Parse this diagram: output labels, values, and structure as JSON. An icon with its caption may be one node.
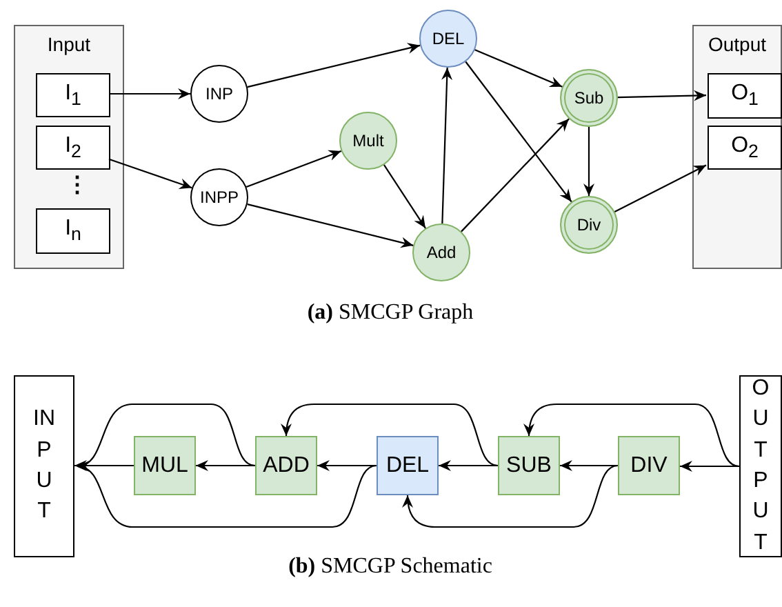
{
  "diagram": {
    "nodes": [
      {
        "text": [
          "Input"
        ]
      },
      {
        "text": [
          "I$_{1}$"
        ],
        "in": 0
      },
      {
        "text": [
          "I$_{2}$"
        ],
        "in": 0
      },
      {
        "text": [
          "I$_{n}$"
        ],
        "in": 0
      },
      {
        "text": [
          "INP"
        ]
      },
      {
        "text": [
          "INPP"
        ]
      },
      {
        "text": [
          "Mult"
        ]
      },
      {
        "text": [
          "DEL"
        ]
      },
      {
        "text": [
          "Add"
        ]
      },
      {
        "text": [
          "Sub"
        ]
      },
      {
        "text": [
          "Div"
        ]
      },
      {
        "text": [
          "Output"
        ]
      },
      {
        "text": [
          "O$_{1}$"
        ],
        "in": 11
      },
      {
        "text": [
          "O$_{2}$"
        ],
        "in": 11
      },
      {
        "text": [
          "INPUT"
        ]
      },
      {
        "text": [
          "MUL"
        ]
      },
      {
        "text": [
          "ADD"
        ]
      },
      {
        "text": [
          "DEL"
        ]
      },
      {
        "text": [
          "SUB"
        ]
      },
      {
        "text": [
          "DIV"
        ]
      },
      {
        "text": [
          "OUTPUT"
        ]
      }
    ],
    "edges": [
      {
        "from": 1,
        "to": 4,
        "arrow": "to"
      },
      {
        "from": 2,
        "to": 5,
        "arrow": "to"
      },
      {
        "from": 4,
        "to": 7,
        "arrow": "to"
      },
      {
        "from": 5,
        "to": 6,
        "arrow": "to"
      },
      {
        "from": 5,
        "to": 8,
        "arrow": "to"
      },
      {
        "from": 6,
        "to": 8,
        "arrow": "to"
      },
      {
        "from": 8,
        "to": 7,
        "arrow": "to"
      },
      {
        "from": 8,
        "to": 9,
        "arrow": "to"
      },
      {
        "from": 7,
        "to": 9,
        "arrow": "to"
      },
      {
        "from": 7,
        "to": 10,
        "arrow": "to"
      },
      {
        "from": 9,
        "to": 10,
        "arrow": "to"
      },
      {
        "from": 9,
        "to": 12,
        "arrow": "to"
      },
      {
        "from": 10,
        "to": 13,
        "arrow": "to"
      },
      {
        "from": 20,
        "to": 19,
        "arrow": "to"
      },
      {
        "from": 19,
        "to": 18,
        "arrow": "to"
      },
      {
        "from": 18,
        "to": 17,
        "arrow": "to"
      },
      {
        "from": 17,
        "to": 16,
        "arrow": "to"
      },
      {
        "from": 16,
        "to": 15,
        "arrow": "to"
      },
      {
        "from": 15,
        "to": 14,
        "arrow": "to"
      },
      {
        "from": 16,
        "to": 14,
        "arrow": "to"
      },
      {
        "from": 17,
        "to": 14,
        "arrow": "to"
      },
      {
        "from": 18,
        "to": 16,
        "arrow": "to"
      },
      {
        "from": 19,
        "to": 17,
        "arrow": "to"
      },
      {
        "from": 20,
        "to": 18,
        "arrow": "to"
      }
    ],
    "labels": [
      "⋮",
      "**(a)** SMCGP Graph",
      "**(b)** SMCGP Schematic"
    ]
  }
}
